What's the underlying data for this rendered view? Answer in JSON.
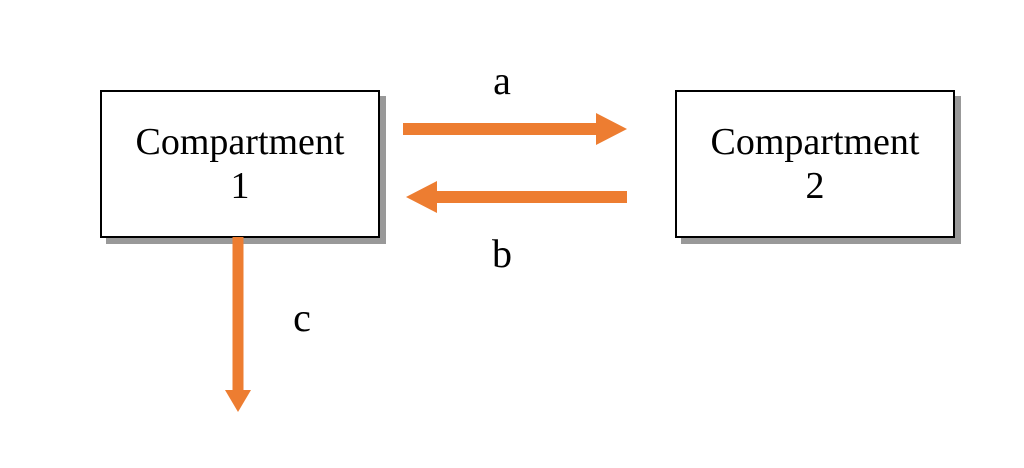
{
  "diagram": {
    "background_color": "#ffffff",
    "accent_color": "#ED7D31",
    "shadow_color": "#999999",
    "border_color": "#000000",
    "compartment1": {
      "name_line": "Compartment",
      "number": "1"
    },
    "compartment2": {
      "name_line": "Compartment",
      "number": "2"
    },
    "arrows": {
      "a": {
        "label": "a",
        "direction": "compartment1-to-compartment2"
      },
      "b": {
        "label": "b",
        "direction": "compartment2-to-compartment1"
      },
      "c": {
        "label": "c",
        "direction": "compartment1-down-out"
      }
    }
  }
}
